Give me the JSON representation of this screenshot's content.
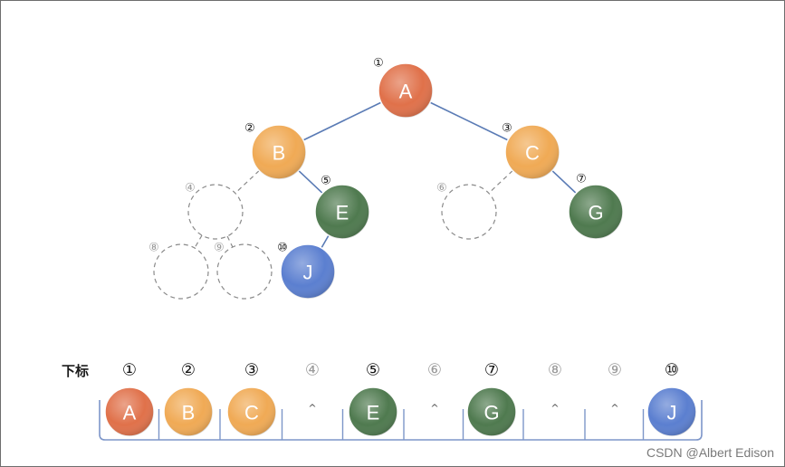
{
  "tree": {
    "nodes": [
      {
        "id": "A",
        "index": "①",
        "color": "#e0714a",
        "present": true
      },
      {
        "id": "B",
        "index": "②",
        "color": "#f0aa55",
        "present": true
      },
      {
        "id": "C",
        "index": "③",
        "color": "#f0aa55",
        "present": true
      },
      {
        "id": "",
        "index": "④",
        "color": "",
        "present": false
      },
      {
        "id": "E",
        "index": "⑤",
        "color": "#4f7a4f",
        "present": true
      },
      {
        "id": "",
        "index": "⑥",
        "color": "",
        "present": false
      },
      {
        "id": "G",
        "index": "⑦",
        "color": "#4f7a4f",
        "present": true
      },
      {
        "id": "",
        "index": "⑧",
        "color": "",
        "present": false
      },
      {
        "id": "",
        "index": "⑨",
        "color": "",
        "present": false
      },
      {
        "id": "J",
        "index": "⑩",
        "color": "#5b7fd0",
        "present": true
      }
    ],
    "edge_color": "#5a7bb5",
    "dashed_color": "#8a8a8a"
  },
  "array": {
    "row_label": "下标",
    "indices": [
      "①",
      "②",
      "③",
      "④",
      "⑤",
      "⑥",
      "⑦",
      "⑧",
      "⑨",
      "⑩"
    ],
    "cells": [
      "A",
      "B",
      "C",
      "^",
      "E",
      "^",
      "G",
      "^",
      "^",
      "J"
    ],
    "bracket_color": "#7d96c9"
  },
  "watermark": "CSDN @Albert Edison"
}
